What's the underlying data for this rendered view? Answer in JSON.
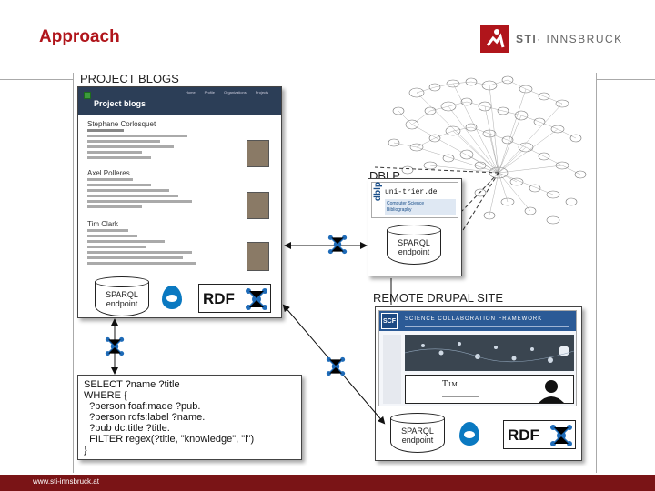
{
  "slide": {
    "title": "Approach",
    "footer_url": "www.sti-innsbruck.at"
  },
  "logo": {
    "prefix": "STI",
    "suffix": "· INNSBRUCK",
    "brand_color": "#b0151b"
  },
  "project_blogs": {
    "section_label": "PROJECT BLOGS",
    "site_title": "Project blogs",
    "nav_items": [
      "Home",
      "Profile",
      "Organizations",
      "Projects"
    ],
    "people": [
      "Stephane Corlosquet",
      "Axel Polleres",
      "Tim Clark"
    ],
    "sparql_line1": "SPARQL",
    "sparql_line2": "endpoint",
    "rdf_label": "RDF"
  },
  "dblp": {
    "section_label": "DBLP",
    "logo_text": "dblp",
    "url_text": "uni-trier.de",
    "subtitle_line1": "Computer Science",
    "subtitle_line2": "Bibliography",
    "sparql_line1": "SPARQL",
    "sparql_line2": "endpoint"
  },
  "remote_site": {
    "section_label": "REMOTE DRUPAL SITE",
    "scf_logo": "SCF",
    "banner_title": "SCIENCE COLLABORATION FRAMEWORK",
    "person_name": "Tim",
    "sparql_line1": "SPARQL",
    "sparql_line2": "endpoint",
    "rdf_label": "RDF"
  },
  "query": {
    "lines": [
      "SELECT ?name ?title",
      "WHERE {",
      "  ?person foaf:made ?pub.",
      "  ?person rdfs:label ?name.",
      "  ?pub dc:title ?title.",
      "  FILTER regex(?title, \"knowledge\", \"i\")",
      "}"
    ]
  },
  "colors": {
    "accent_red": "#b0151b",
    "footer_bar": "#7a1416",
    "drupal_blue": "#0a79c1",
    "blog_header": "#2c3e57"
  }
}
